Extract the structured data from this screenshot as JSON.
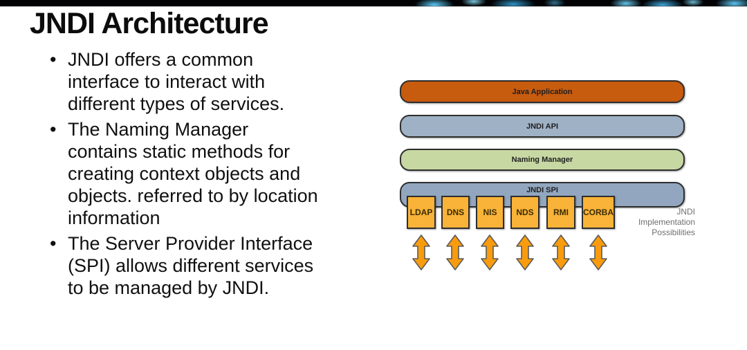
{
  "content": {
    "title": "JNDI Architecture",
    "bullet_char": "•",
    "bullets": [
      {
        "lines": [
          "JNDI offers a common",
          "interface to interact with",
          "different types of services."
        ]
      },
      {
        "lines": [
          "The Naming Manager",
          "contains static methods for",
          "creating context objects and",
          "objects. referred to by location",
          "information"
        ]
      },
      {
        "lines": [
          "The Server Provider Interface",
          "(SPI) allows different services",
          "to be managed by JNDI."
        ]
      }
    ]
  },
  "diagram": {
    "layers": [
      {
        "name": "java-application",
        "label": "Java Application",
        "color": "#c75b0e"
      },
      {
        "name": "jndi-api",
        "label": "JNDI API",
        "color": "#9fb1c5"
      },
      {
        "name": "naming-manager",
        "label": "Naming Manager",
        "color": "#c7d8a3"
      },
      {
        "name": "jndi-spi",
        "label": "JNDI SPI",
        "color": "#92a7bf"
      }
    ],
    "services": [
      {
        "label": "LDAP"
      },
      {
        "label": "DNS"
      },
      {
        "label": "NIS"
      },
      {
        "label": "NDS"
      },
      {
        "label": "RMI"
      },
      {
        "label": "CORBA"
      }
    ],
    "service_box_color": "#f9b338",
    "arrow_color": "#f89c0e",
    "caption_lines": [
      "JNDI",
      "Implementation",
      "Possibilities"
    ]
  },
  "banner": {
    "base_color": "#020204",
    "glow_color": "#5ed1ff"
  }
}
